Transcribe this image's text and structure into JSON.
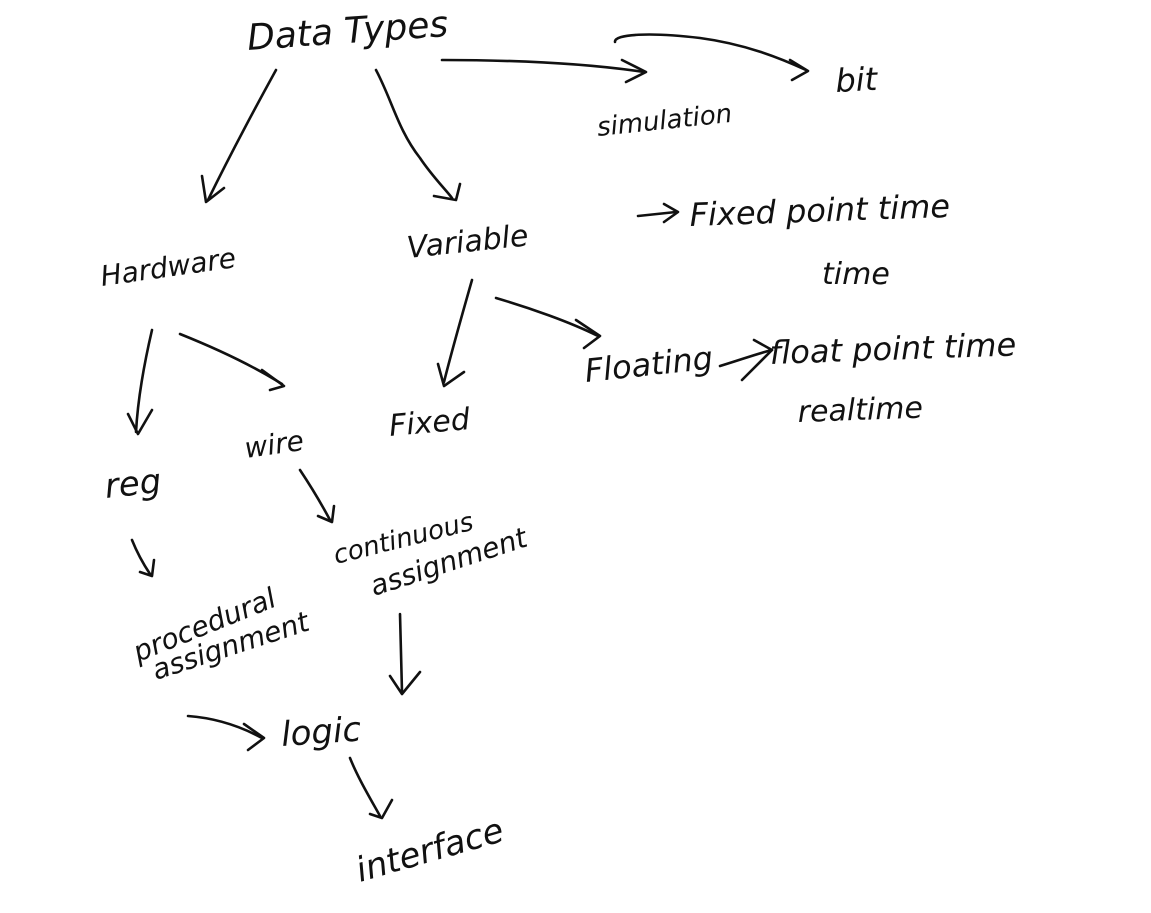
{
  "diagram": {
    "ink_color": "#111111",
    "background": "#ffffff",
    "nodes": {
      "data_types": "Data Types",
      "simulation": "simulation",
      "bit": "bit",
      "hardware": "Hardware",
      "variable": "Variable",
      "fixed_point_time": "Fixed point time",
      "time": "time",
      "reg": "reg",
      "wire": "wire",
      "fixed": "Fixed",
      "floating": "Floating",
      "float_point_time": "float point time",
      "realtime": "realtime",
      "procedural": "procedural",
      "procedural_assignment": "assignment",
      "continuous": "continuous",
      "continuous_assignment": "assignment",
      "logic": "logic",
      "interface": "interface"
    },
    "edges": [
      {
        "from": "data_types",
        "to": "simulation"
      },
      {
        "from": "simulation",
        "to": "bit"
      },
      {
        "from": "data_types",
        "to": "hardware"
      },
      {
        "from": "data_types",
        "to": "variable"
      },
      {
        "from": "variable",
        "to": "fixed_point_time"
      },
      {
        "from": "hardware",
        "to": "reg"
      },
      {
        "from": "hardware",
        "to": "wire"
      },
      {
        "from": "variable",
        "to": "fixed"
      },
      {
        "from": "variable",
        "to": "floating"
      },
      {
        "from": "floating",
        "to": "float_point_time"
      },
      {
        "from": "reg",
        "to": "procedural"
      },
      {
        "from": "wire",
        "to": "continuous"
      },
      {
        "from": "continuous_assignment",
        "to": "logic"
      },
      {
        "from": "procedural_assignment",
        "to": "logic"
      },
      {
        "from": "logic",
        "to": "interface"
      }
    ]
  }
}
